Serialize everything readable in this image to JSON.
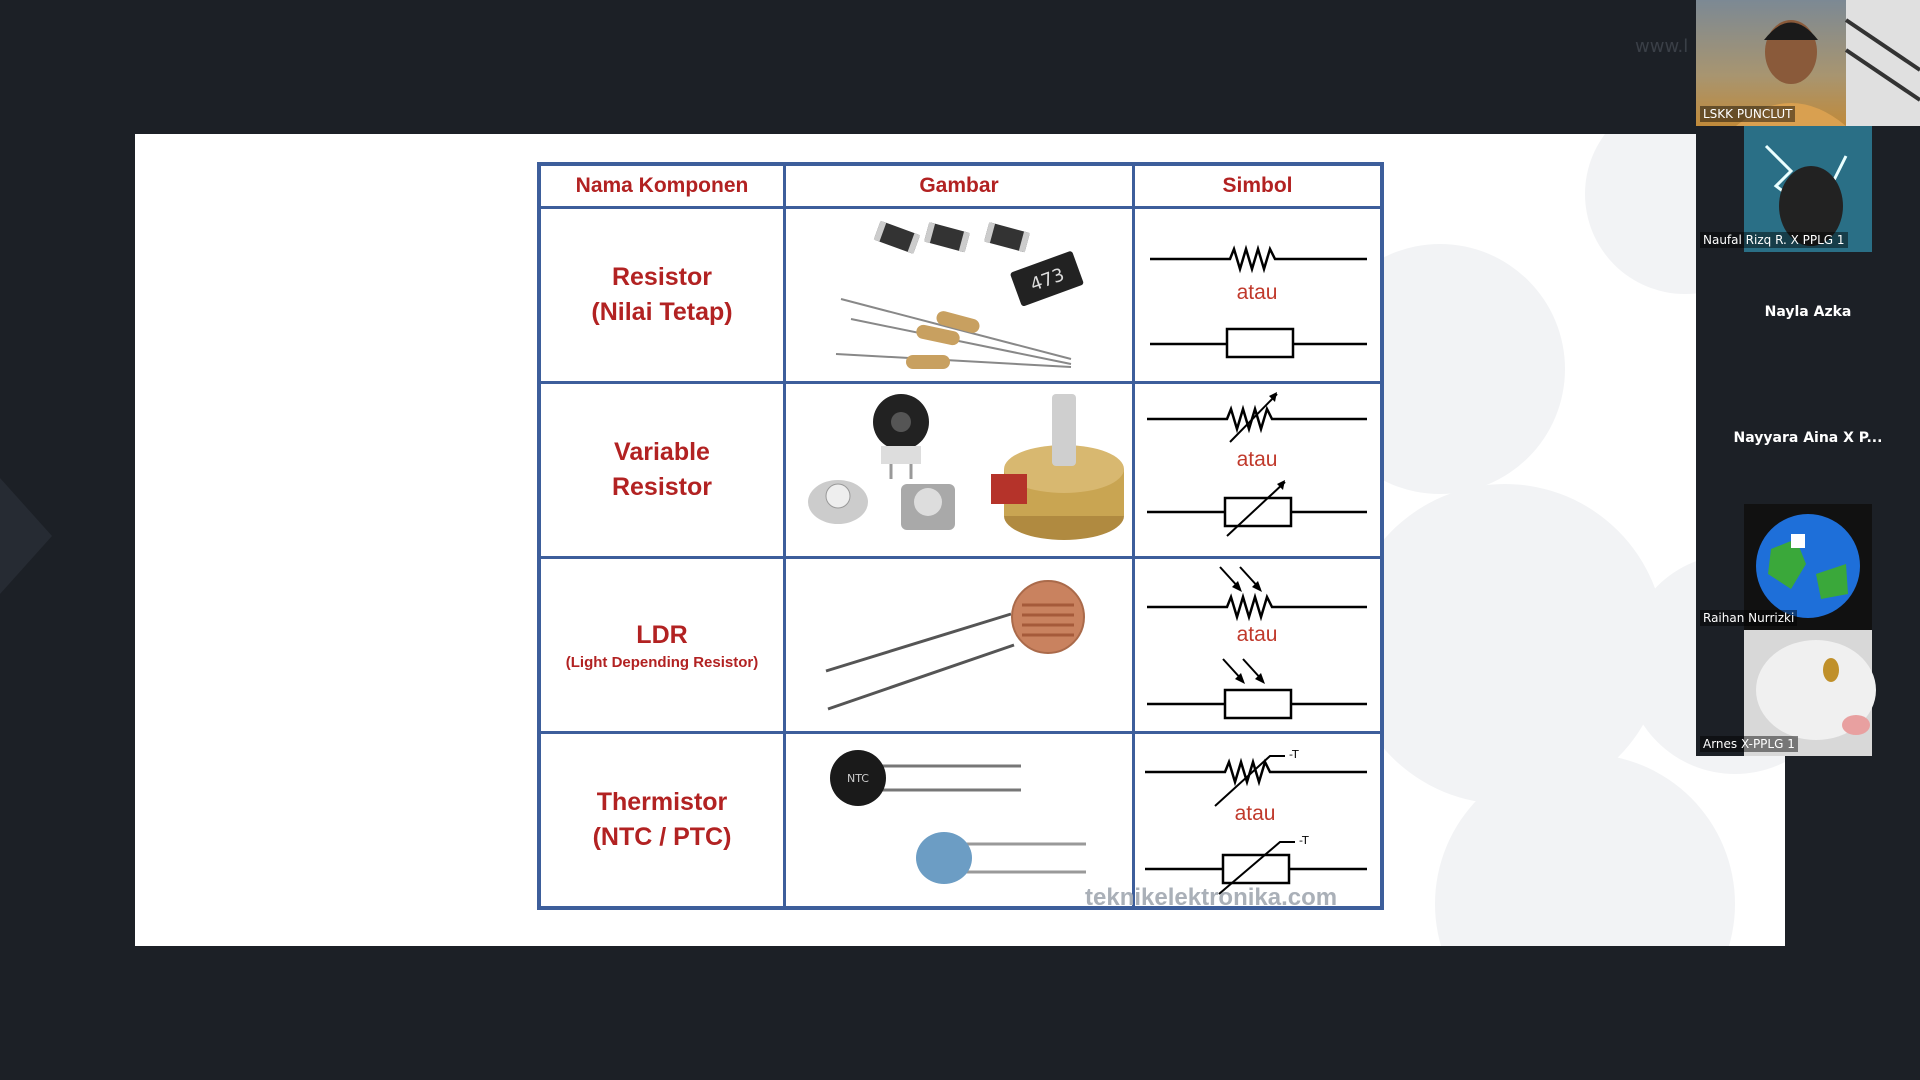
{
  "slide": {
    "watermark_url": "www.l",
    "site_watermark": "teknikelektronika.com",
    "table": {
      "headers": [
        "Nama Komponen",
        "Gambar",
        "Simbol"
      ],
      "rows": [
        {
          "name": "Resistor",
          "subname": "(Nilai Tetap)",
          "atau": "atau",
          "part_code": "473"
        },
        {
          "name": "Variable",
          "subname": "Resistor",
          "atau": "atau"
        },
        {
          "name": "LDR",
          "subname": "(Light Depending Resistor)",
          "atau": "atau"
        },
        {
          "name": "Thermistor",
          "subname": "(NTC / PTC)",
          "atau": "atau",
          "ntc_label": "NTC",
          "t_label": "-T"
        }
      ]
    }
  },
  "participants": [
    {
      "name": "LSKK PUNCLUT",
      "type": "video"
    },
    {
      "name": "Naufal Rizq R. X PPLG 1",
      "type": "avatar"
    },
    {
      "name": "Nayla Azka",
      "type": "name-only"
    },
    {
      "name": "Nayyara Aina X P...",
      "type": "name-only"
    },
    {
      "name": "Raihan Nurrizki",
      "type": "avatar"
    },
    {
      "name": "Arnes X-PPLG 1",
      "type": "avatar"
    }
  ],
  "colors": {
    "background": "#1c2026",
    "table_border": "#3d5e9b",
    "heading_red": "#b22222"
  }
}
